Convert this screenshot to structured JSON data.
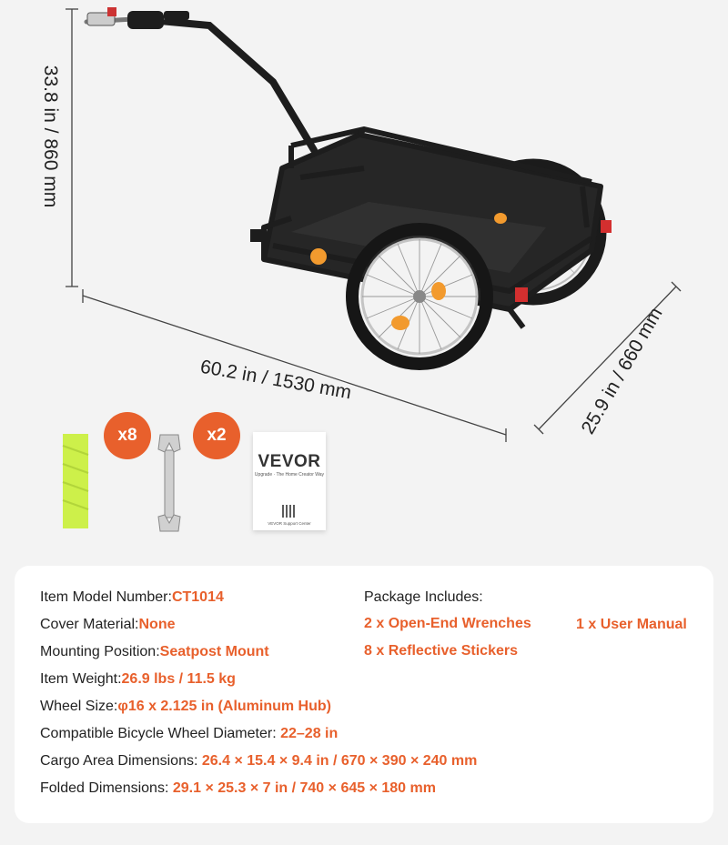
{
  "dimensions": {
    "height": "33.8 in / 860 mm",
    "length": "60.2 in / 1530 mm",
    "width": "25.9 in / 660 mm"
  },
  "accessories": {
    "stickers_count": "x8",
    "wrench_count": "x2",
    "manual": {
      "brand": "VEVOR",
      "tagline": "Upgrade · The Home Creator Way",
      "support": "VEVOR Support Center"
    }
  },
  "specs": [
    {
      "label": "Item Model Number:",
      "value": "CT1014"
    },
    {
      "label": "Cover Material:",
      "value": "None"
    },
    {
      "label": "Mounting Position:",
      "value": "Seatpost Mount"
    },
    {
      "label": "Item Weight:",
      "value": "26.9 lbs / 11.5 kg"
    },
    {
      "label": "Wheel Size:",
      "value": "φ16 x 2.125 in (Aluminum Hub)"
    },
    {
      "label": "Compatible Bicycle Wheel Diameter:",
      "value": "22–28 in"
    },
    {
      "label": "Cargo Area Dimensions:",
      "value": "26.4 × 15.4 × 9.4 in / 670 × 390 × 240 mm"
    },
    {
      "label": "Folded Dimensions:",
      "value": "29.1 × 25.3 × 7 in / 740 × 645 × 180 mm"
    }
  ],
  "package": {
    "title": "Package Includes:",
    "items": [
      "2 x Open-End Wrenches",
      "8 x Reflective Stickers",
      "1 x User Manual"
    ]
  },
  "colors": {
    "accent": "#e8602c",
    "background": "#f3f3f3",
    "card": "#ffffff",
    "frame": "#1d1d1d",
    "reflector": "#f29a2e",
    "sticker": "#cdf04a"
  }
}
